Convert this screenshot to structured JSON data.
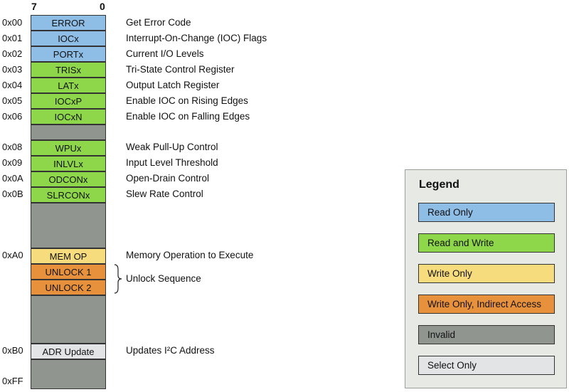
{
  "bits": {
    "high": "7",
    "low": "0"
  },
  "colors": {
    "read_only": "#8ebde6",
    "read_write": "#8ed64a",
    "write_only": "#f7dc7e",
    "write_indirect": "#e8913d",
    "invalid": "#909590",
    "select_only": "#e3e4e6"
  },
  "registers": [
    {
      "addr": "0x00",
      "name": "ERROR",
      "desc": "Get Error Code",
      "type": "read_only"
    },
    {
      "addr": "0x01",
      "name": "IOCx",
      "desc": "Interrupt-On-Change (IOC) Flags",
      "type": "read_only"
    },
    {
      "addr": "0x02",
      "name": "PORTx",
      "desc": "Current I/O Levels",
      "type": "read_only"
    },
    {
      "addr": "0x03",
      "name": "TRISx",
      "desc": "Tri-State Control Register",
      "type": "read_write"
    },
    {
      "addr": "0x04",
      "name": "LATx",
      "desc": "Output Latch Register",
      "type": "read_write"
    },
    {
      "addr": "0x05",
      "name": "IOCxP",
      "desc": "Enable IOC on Rising Edges",
      "type": "read_write"
    },
    {
      "addr": "0x06",
      "name": "IOCxN",
      "desc": "Enable IOC on Falling Edges",
      "type": "read_write"
    },
    {
      "addr": "0x08",
      "name": "WPUx",
      "desc": "Weak Pull-Up Control",
      "type": "read_write"
    },
    {
      "addr": "0x09",
      "name": "INLVLx",
      "desc": "Input Level Threshold",
      "type": "read_write"
    },
    {
      "addr": "0x0A",
      "name": "ODCONx",
      "desc": "Open-Drain Control",
      "type": "read_write"
    },
    {
      "addr": "0x0B",
      "name": "SLRCONx",
      "desc": "Slew Rate Control",
      "type": "read_write"
    },
    {
      "addr": "0xA0",
      "name": "MEM OP",
      "desc": "Memory Operation to Execute",
      "type": "write_only"
    },
    {
      "addr": "",
      "name": "UNLOCK 1",
      "desc": "",
      "type": "write_indirect"
    },
    {
      "addr": "",
      "name": "UNLOCK 2",
      "desc": "",
      "type": "write_indirect"
    },
    {
      "addr": "0xB0",
      "name": "ADR Update",
      "desc": "Updates I²C Address",
      "type": "select_only"
    }
  ],
  "unlock_label": "Unlock Sequence",
  "end_addr": "0xFF",
  "legend": {
    "title": "Legend",
    "items": [
      {
        "label": "Read Only",
        "type": "read_only"
      },
      {
        "label": "Read and Write",
        "type": "read_write"
      },
      {
        "label": "Write Only",
        "type": "write_only"
      },
      {
        "label": "Write Only, Indirect Access",
        "type": "write_indirect"
      },
      {
        "label": "Invalid",
        "type": "invalid"
      },
      {
        "label": "Select Only",
        "type": "select_only"
      }
    ]
  }
}
